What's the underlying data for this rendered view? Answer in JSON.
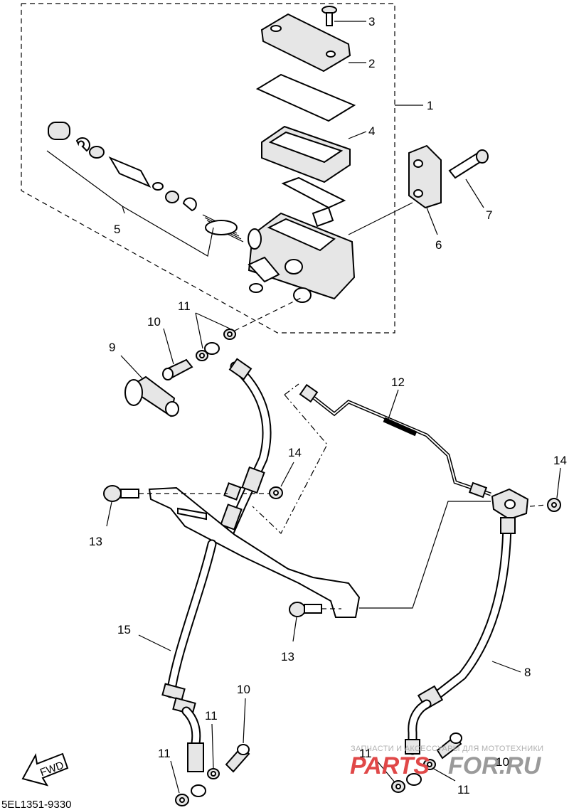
{
  "diagram": {
    "code": "5EL1351-9330",
    "fwd_label": "FWD",
    "watermark": {
      "caption": "ЗАПЧАСТИ И АКСЕССУАРЫ ДЛЯ МОТОТЕХНИКИ",
      "brand_left": "PARTS",
      "brand_right": "FOR.RU",
      "brand_left_color": "#e04848",
      "brand_right_color": "#9a9a9a"
    },
    "callouts": {
      "c1": "1",
      "c2": "2",
      "c3": "3",
      "c4": "4",
      "c5": "5",
      "c6": "6",
      "c7": "7",
      "c8": "8",
      "c9": "9",
      "c10a": "10",
      "c10b": "10",
      "c10c": "10",
      "c11a": "11",
      "c11b": "11",
      "c11c": "11",
      "c11d": "11",
      "c11e": "11",
      "c12": "12",
      "c13a": "13",
      "c13b": "13",
      "c14a": "14",
      "c14b": "14",
      "c15": "15"
    }
  }
}
